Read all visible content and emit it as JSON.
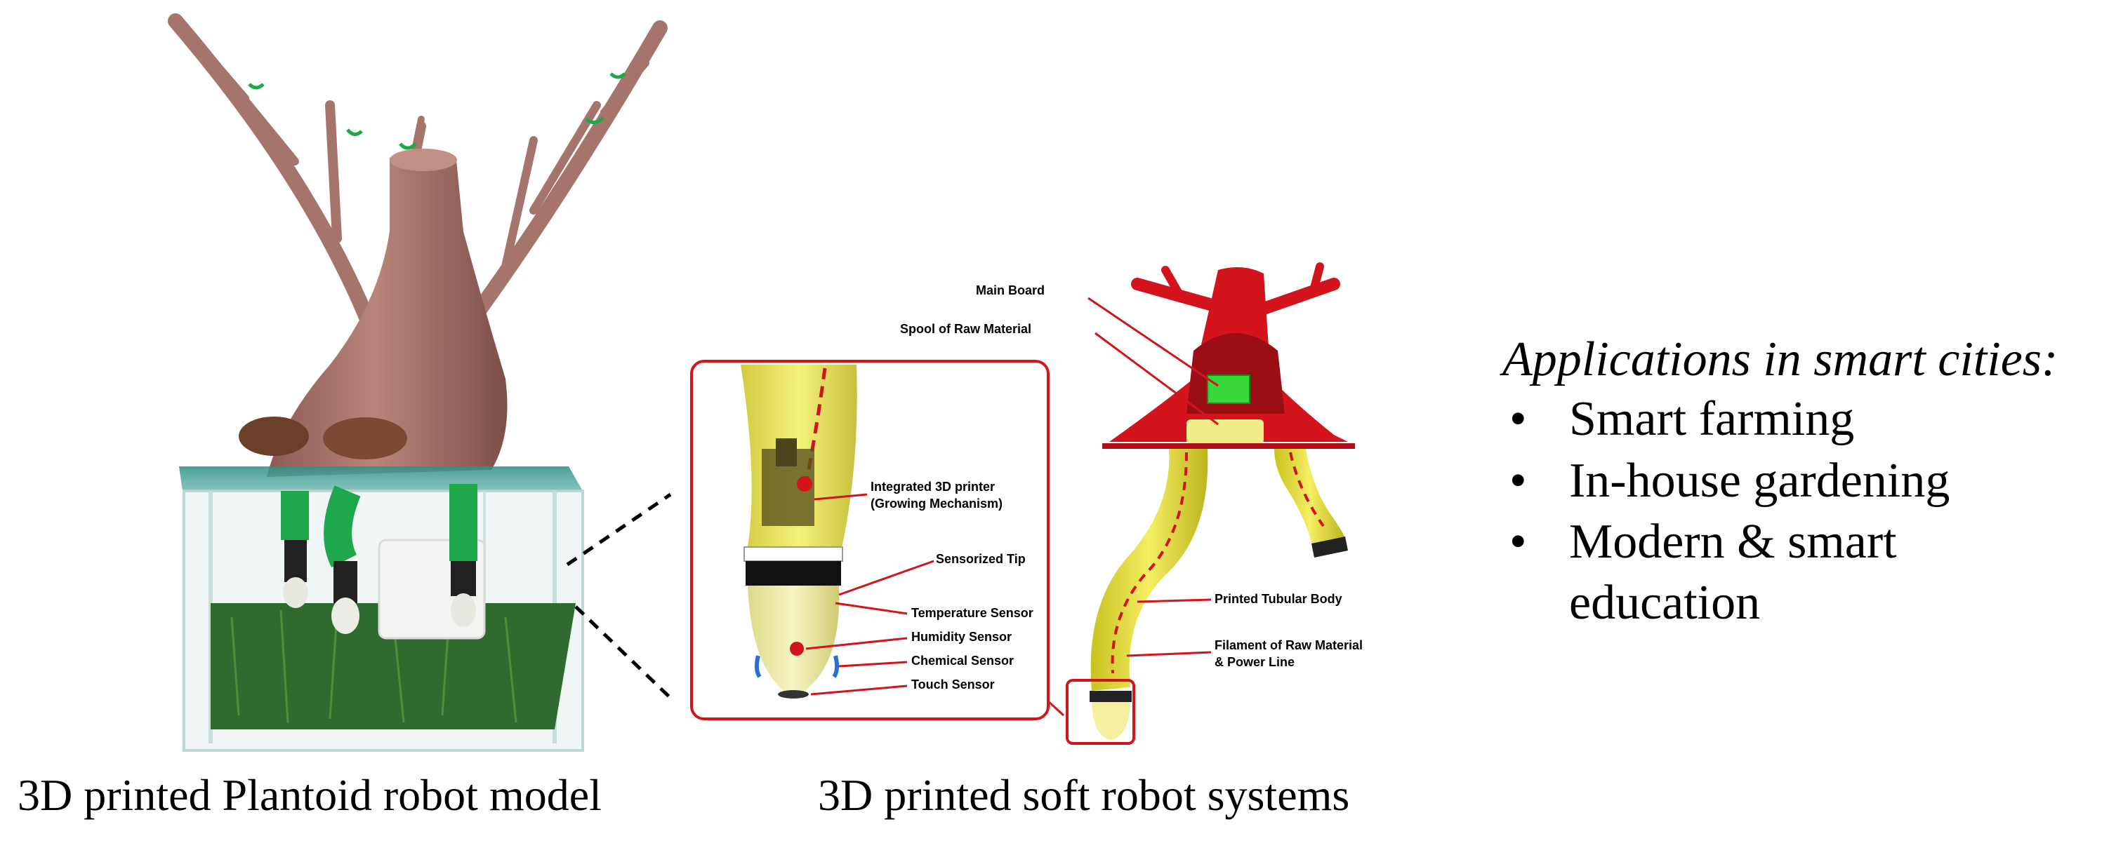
{
  "captions": {
    "left": "3D printed Plantoid robot model",
    "middle": "3D printed soft robot systems"
  },
  "applications": {
    "title": "Applications in smart cities:",
    "items": [
      "Smart farming",
      "In-house gardening",
      "Modern & smart",
      "education"
    ],
    "bullet": "•"
  },
  "labels": {
    "main_board": "Main Board",
    "spool": "Spool of Raw Material",
    "integrated_printer_1": "Integrated 3D printer",
    "integrated_printer_2": "(Growing Mechanism)",
    "sensorized_tip": "Sensorized Tip",
    "temperature": "Temperature Sensor",
    "humidity": "Humidity Sensor",
    "chemical": "Chemical Sensor",
    "touch": "Touch Sensor",
    "tubular_body": "Printed Tubular Body",
    "filament_1": "Filament of Raw Material",
    "filament_2": "& Power Line"
  },
  "colors": {
    "trunk": "#a5756b",
    "glass": "#d6ece8",
    "grass": "#2f6b2f",
    "green_band": "#1fa84b",
    "robot_red": "#d4141c",
    "root_yellow": "#e8e04a",
    "board_green": "#39d83a"
  }
}
